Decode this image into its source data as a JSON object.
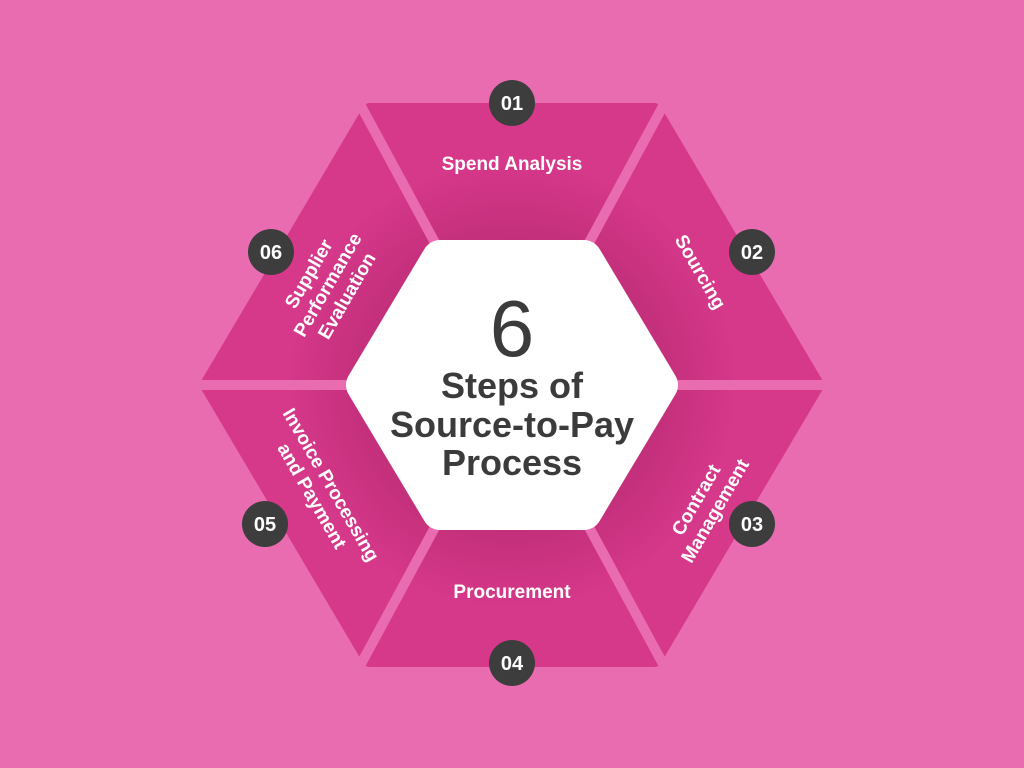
{
  "colors": {
    "background": "#e96cb1",
    "segment": "#d6388a",
    "badge": "#3d3d3d",
    "center": "#ffffff",
    "text_dark": "#3b3b3b"
  },
  "center": {
    "number": "6",
    "line1": "Steps of",
    "line2": "Source-to-Pay",
    "line3": "Process"
  },
  "steps": [
    {
      "num": "01",
      "label": [
        "Spend Analysis"
      ]
    },
    {
      "num": "02",
      "label": [
        "Sourcing"
      ]
    },
    {
      "num": "03",
      "label": [
        "Contract",
        "Management"
      ]
    },
    {
      "num": "04",
      "label": [
        "Procurement"
      ]
    },
    {
      "num": "05",
      "label": [
        "Invoice Processing",
        "and Payment"
      ]
    },
    {
      "num": "06",
      "label": [
        "Supplier",
        "Performance",
        "Evaluation"
      ]
    }
  ]
}
